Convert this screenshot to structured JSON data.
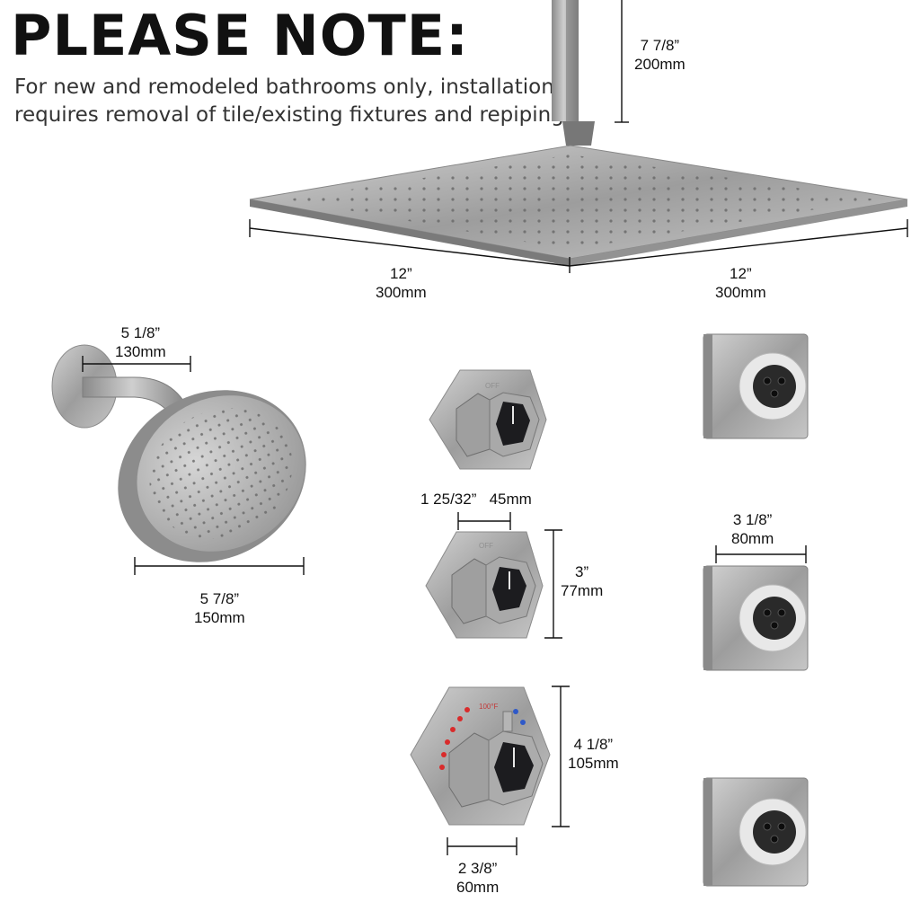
{
  "heading": "PLEASE NOTE:",
  "note": "For new and remodeled bathrooms only, installation requires removal of tile/existing fixtures and repiping.",
  "dimensions": {
    "arm_height": {
      "imperial": "7 7/8”",
      "metric": "200mm"
    },
    "rain_width": {
      "imperial": "12”",
      "metric": "300mm"
    },
    "rain_depth": {
      "imperial": "12”",
      "metric": "300mm"
    },
    "arm_length": {
      "imperial": "5 1/8”",
      "metric": "130mm"
    },
    "head_diameter": {
      "imperial": "5 7/8”",
      "metric": "150mm"
    },
    "handle_width": {
      "imperial": "1 25/32”",
      "metric": "45mm"
    },
    "diverter_height": {
      "imperial": "3”",
      "metric": "77mm"
    },
    "jet_width": {
      "imperial": "3 1/8”",
      "metric": "80mm"
    },
    "thermo_height": {
      "imperial": "4 1/8”",
      "metric": "105mm"
    },
    "thermo_width": {
      "imperial": "2 3/8”",
      "metric": "60mm"
    }
  },
  "labels": {
    "off_label": "OFF",
    "temp_label": "100°F"
  },
  "colors": {
    "metal": "#a7a7a7",
    "metal_dark": "#6e6e6e",
    "knob": "#1c1c1f",
    "hot": "#d92b2b",
    "cold": "#2f59c8"
  },
  "icons": {
    "rain_shower": "square-rain-shower-head",
    "handheld": "round-shower-head",
    "valve": "hexagon-valve",
    "jet": "body-spray-jet"
  }
}
